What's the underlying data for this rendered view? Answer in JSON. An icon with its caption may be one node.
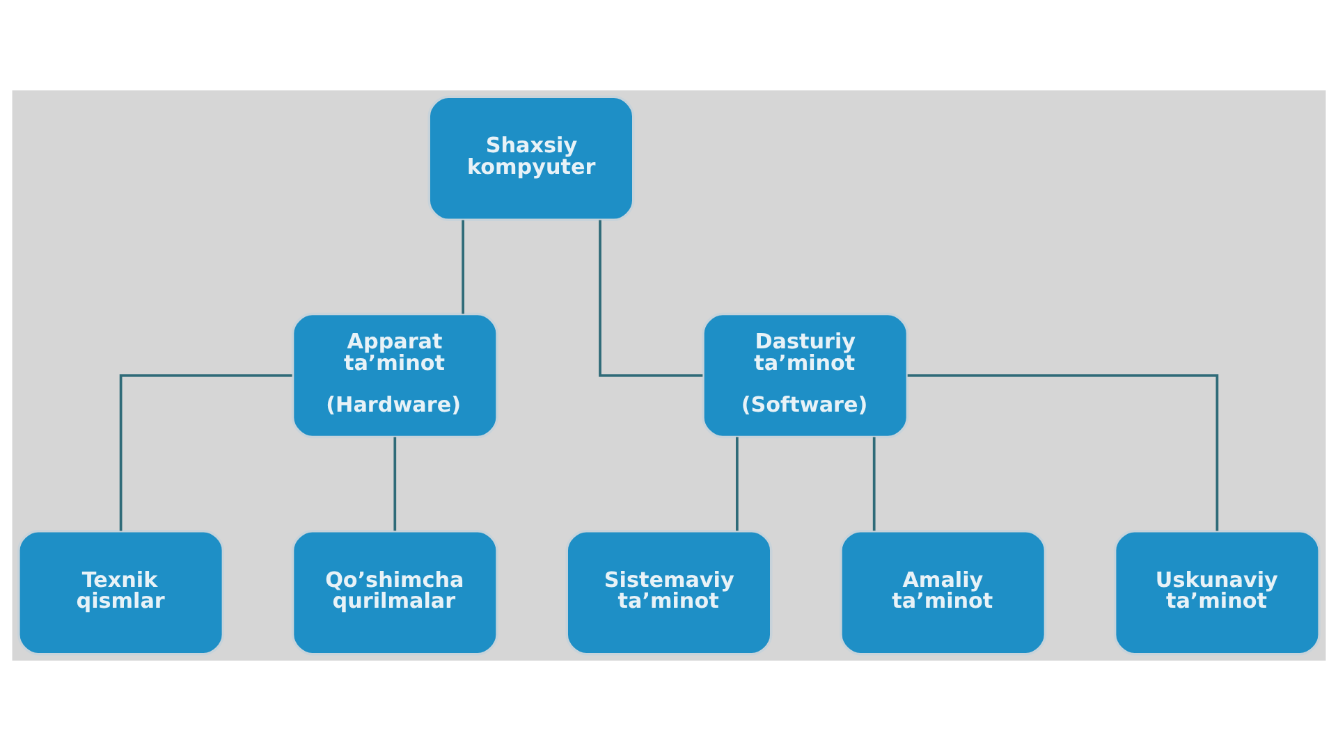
{
  "diagram": {
    "nodes": [
      {
        "text": [
          "Shaxsiy kompyuter"
        ]
      },
      {
        "text": [
          "Apparat ta’minot",
          "(Hardware)"
        ]
      },
      {
        "text": [
          "Dasturiy ta’minot",
          "(Software)"
        ]
      },
      {
        "text": [
          "Texnik qismlar"
        ]
      },
      {
        "text": [
          "Qo’shimcha qurilmalar"
        ]
      },
      {
        "text": [
          "Sistemaviy ta’minot"
        ]
      },
      {
        "text": [
          "Amaliy ta’minot"
        ]
      },
      {
        "text": [
          "Uskunaviy ta’minot"
        ]
      }
    ],
    "edges": [
      {
        "from": 0,
        "to": 1,
        "arrow": "none"
      },
      {
        "from": 0,
        "to": 2,
        "arrow": "none"
      },
      {
        "from": 1,
        "to": 3,
        "arrow": "none"
      },
      {
        "from": 1,
        "to": 4,
        "arrow": "none"
      },
      {
        "from": 2,
        "to": 5,
        "arrow": "none"
      },
      {
        "from": 2,
        "to": 6,
        "arrow": "none"
      },
      {
        "from": 2,
        "to": 7,
        "arrow": "none"
      }
    ]
  }
}
